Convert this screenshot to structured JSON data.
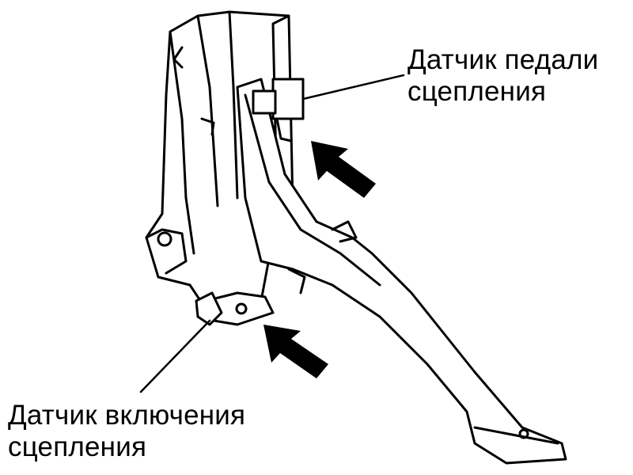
{
  "labels": {
    "pedal_sensor": {
      "line1": "Датчик педали",
      "line2": "сцепления"
    },
    "switch_sensor": {
      "line1": "Датчик включения",
      "line2": "сцепления"
    }
  },
  "colors": {
    "ink": "#000000",
    "background": "#ffffff"
  }
}
